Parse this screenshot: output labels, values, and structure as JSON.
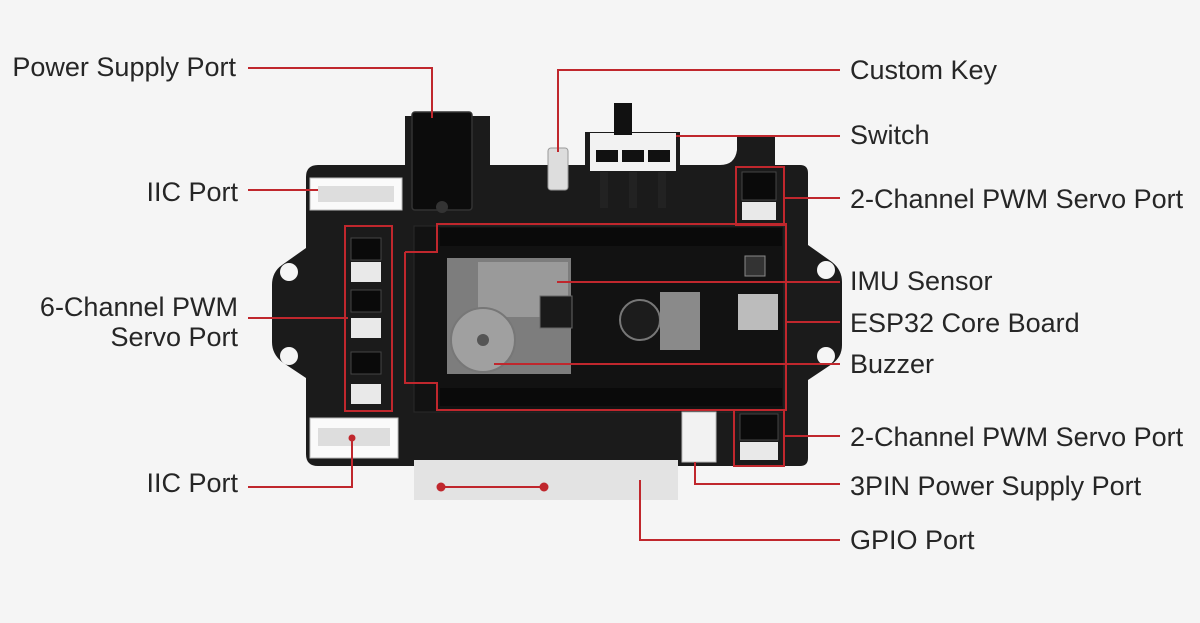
{
  "labels": {
    "power_supply_port": "Power Supply Port",
    "iic_port_top": "IIC Port",
    "six_channel_pwm_line1": "6-Channel PWM",
    "six_channel_pwm_line2": "Servo Port",
    "iic_port_bottom": "IIC Port",
    "custom_key": "Custom Key",
    "switch": "Switch",
    "two_channel_pwm_top": "2-Channel PWM Servo Port",
    "imu_sensor": "IMU Sensor",
    "esp32_core_board": "ESP32 Core Board",
    "buzzer": "Buzzer",
    "two_channel_pwm_bottom": "2-Channel PWM Servo Port",
    "three_pin_power": "3PIN Power Supply Port",
    "gpio_port": "GPIO Port"
  },
  "colors": {
    "background": "#f5f5f5",
    "board": "#1b1b1b",
    "callout": "#c0272d",
    "text": "#262626",
    "silkscreen": "#e6e6e6",
    "header_white": "#e9e9e9"
  },
  "icons": {
    "board": "expansion-board-illustration"
  }
}
